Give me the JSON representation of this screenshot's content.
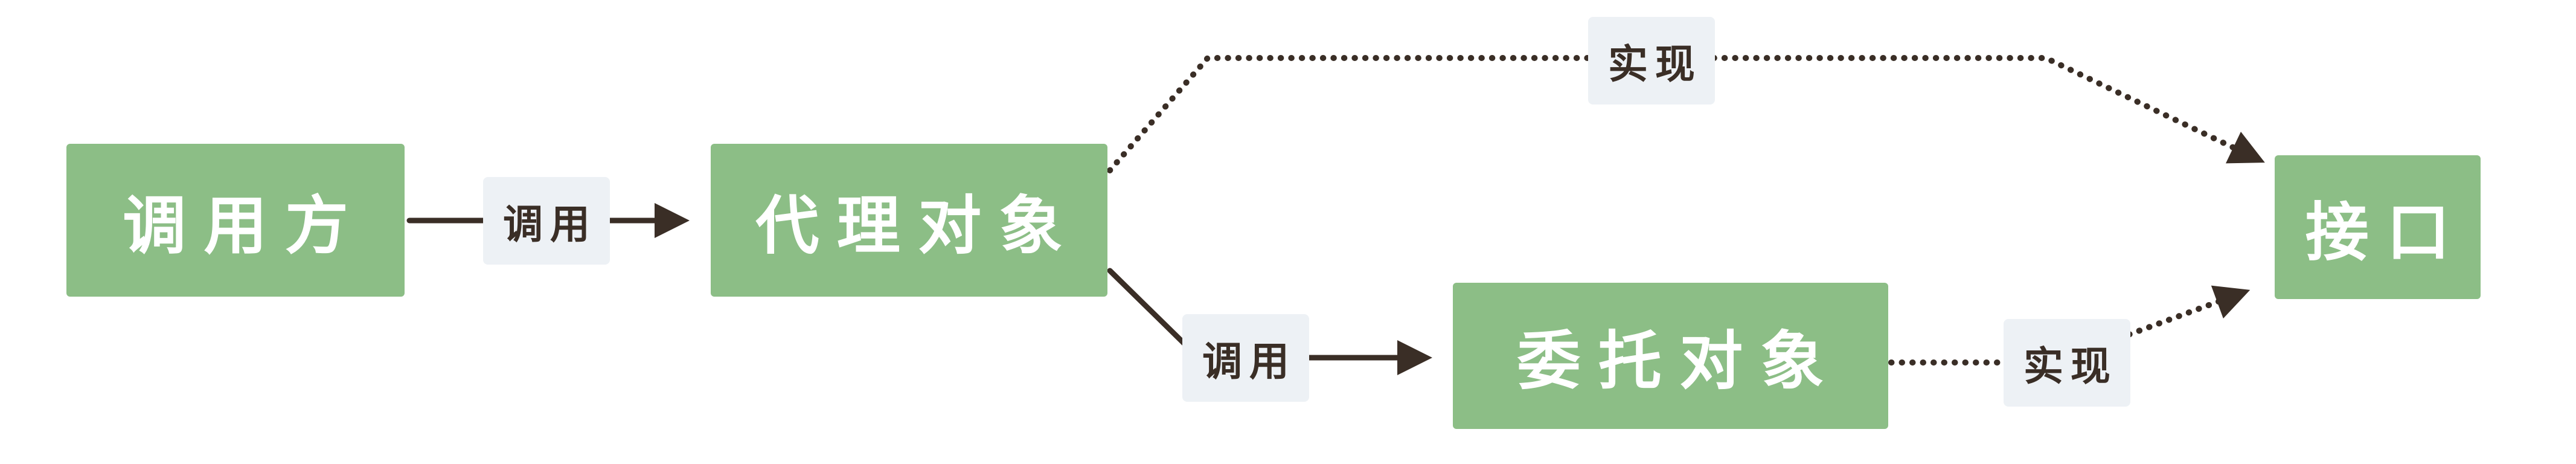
{
  "diagram": {
    "nodes": {
      "caller": {
        "label": "调用方"
      },
      "proxy": {
        "label": "代理对象"
      },
      "delegate": {
        "label": "委托对象"
      },
      "interface": {
        "label": "接口"
      }
    },
    "edges": {
      "caller_to_proxy": {
        "label": "调用",
        "style": "solid"
      },
      "proxy_to_delegate": {
        "label": "调用",
        "style": "solid"
      },
      "proxy_to_interface": {
        "label": "实现",
        "style": "dotted"
      },
      "delegate_to_interface": {
        "label": "实现",
        "style": "dotted"
      }
    },
    "colors": {
      "node_bg": "#8cbe86",
      "node_text": "#ffffff",
      "edge_label_bg": "#edf1f5",
      "line": "#3a2e26",
      "background": "#ffffff"
    }
  }
}
